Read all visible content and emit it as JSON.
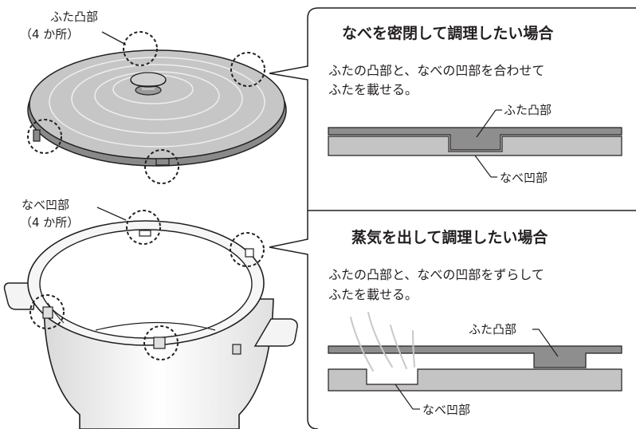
{
  "lid_callout": {
    "line1": "ふた凸部",
    "line2": "（4 か所）"
  },
  "pot_callout": {
    "line1": "なべ凹部",
    "line2": "（4 か所）"
  },
  "panel_sealed": {
    "heading": "なべを密閉して調理したい場合",
    "text_line1": "ふたの凸部と、なべの凹部を合わせて",
    "text_line2": "ふたを載せる。",
    "label_lid": "ふた凸部",
    "label_pot": "なべ凹部"
  },
  "panel_steam": {
    "heading": "蒸気を出して調理したい場合",
    "text_line1": "ふたの凸部と、なべの凹部をずらして",
    "text_line2": "ふたを載せる。",
    "label_lid": "ふた凸部",
    "label_pot": "なべ凹部"
  },
  "colors": {
    "gray_fill": "#c4c4c4",
    "dark_gray": "#8e8e8e",
    "line": "#231f20"
  }
}
